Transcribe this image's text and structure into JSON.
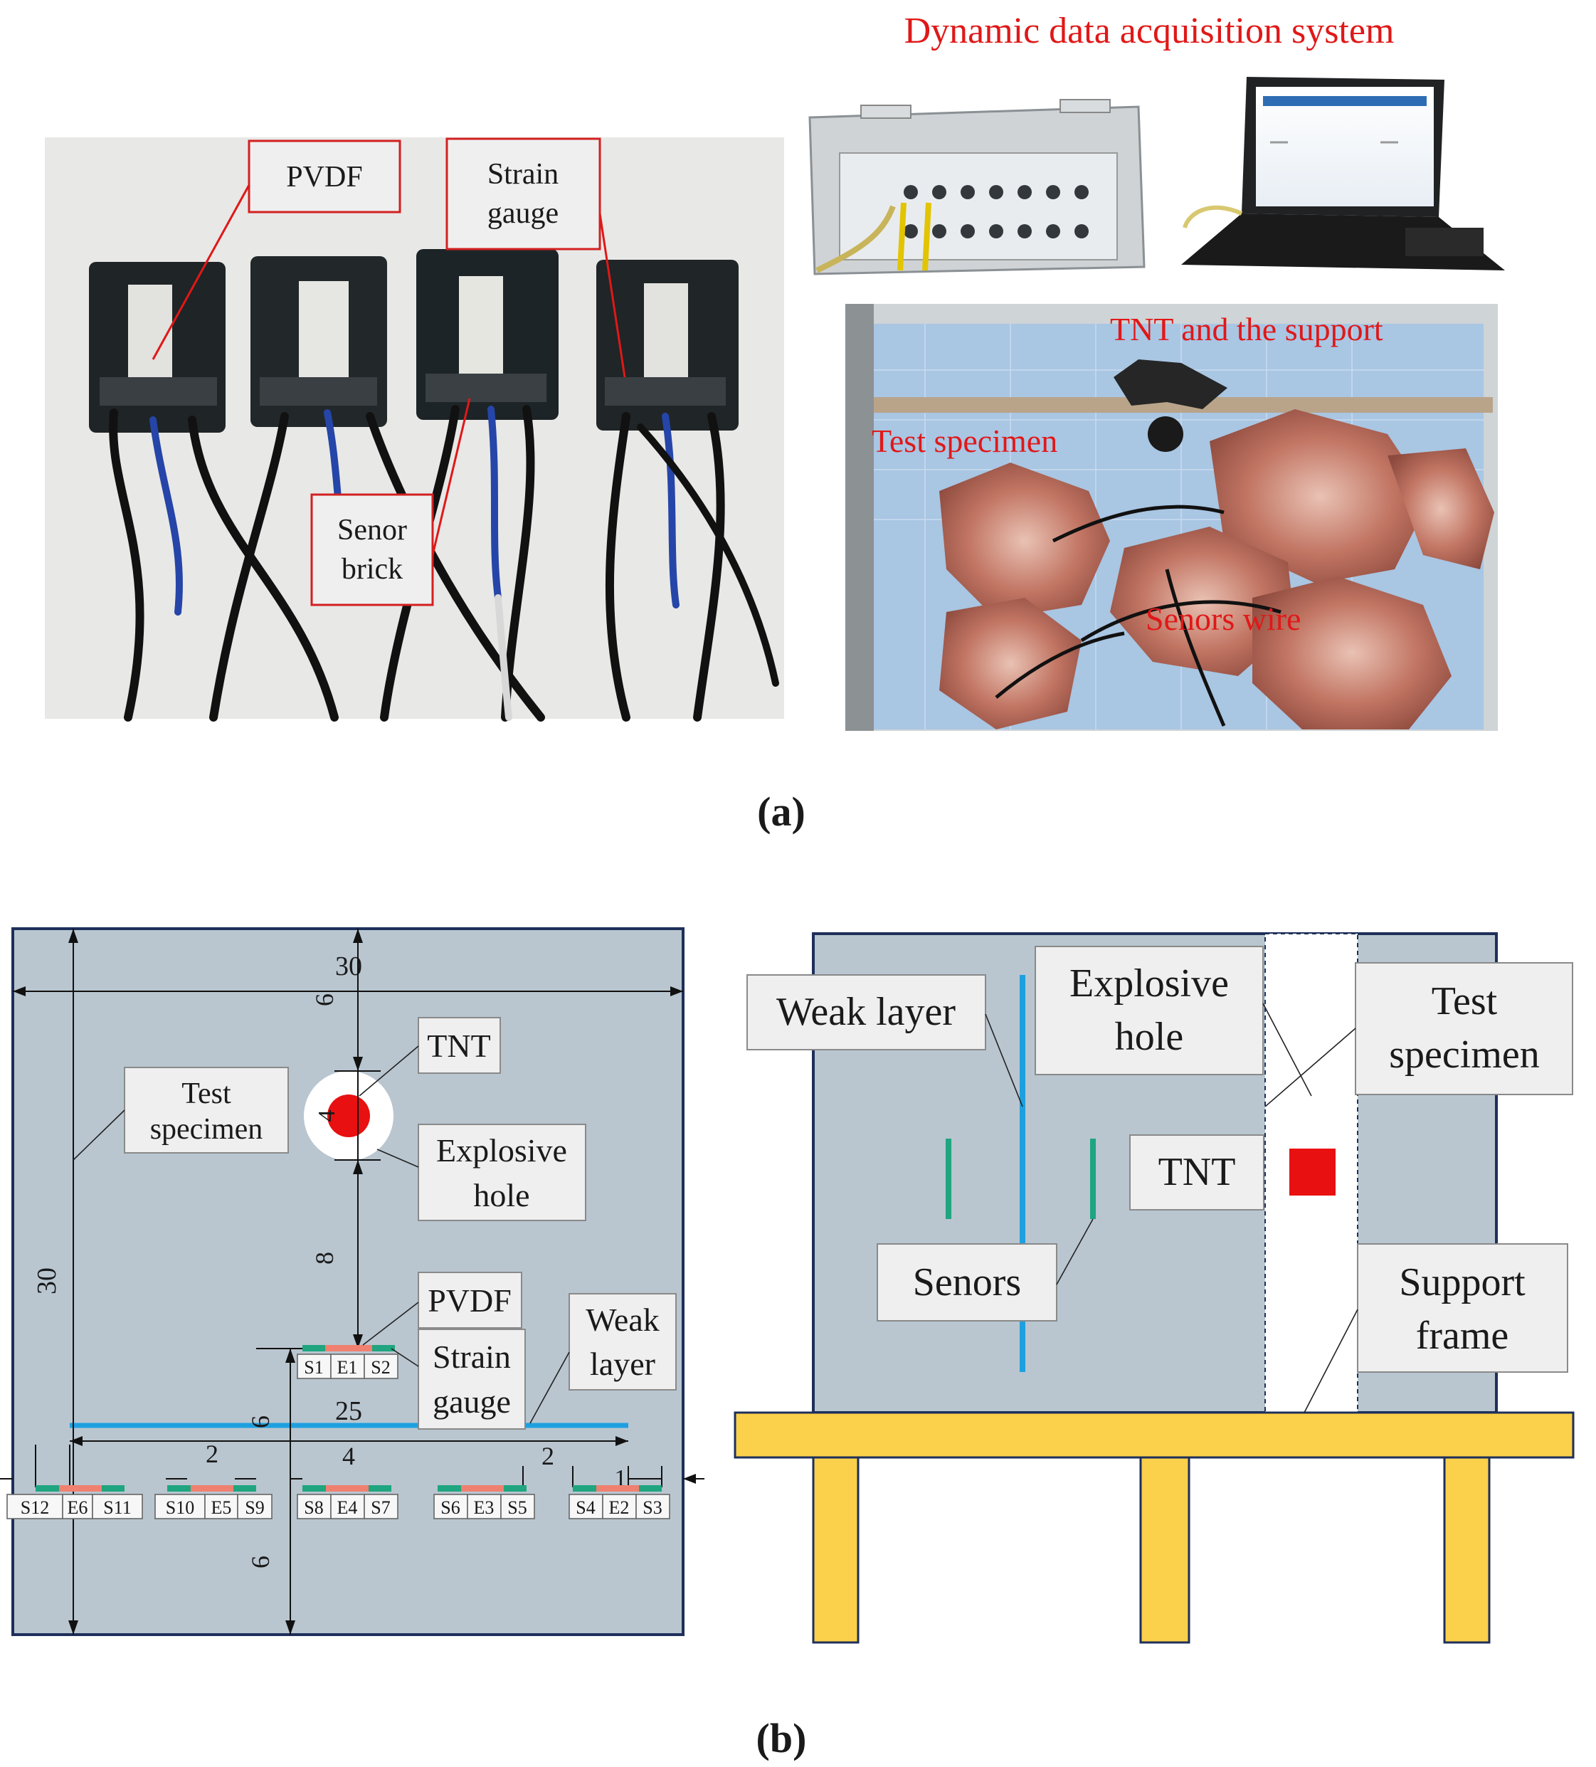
{
  "panel_a": {
    "caption": "(a)",
    "sensor_labels": {
      "pvdf": "PVDF",
      "strain_gauge": [
        "Strain",
        "gauge"
      ],
      "sensor_brick": [
        "Senor",
        "brick"
      ]
    },
    "daq_title": "Dynamic  data acquisition  system",
    "field_labels": {
      "tnt_support": "TNT and the support",
      "test_specimen": "Test specimen",
      "sensors_wire": "Senors wire"
    },
    "colors": {
      "label_red": "#e01818",
      "foil": "#c07060",
      "photo_bg": "#e6e6e6"
    }
  },
  "panel_b": {
    "caption": "(b)",
    "plan": {
      "dims": {
        "width_top": "30",
        "top_gap": "6",
        "hole_diam": "4",
        "hole_to_pvdf": "8",
        "height": "30",
        "pvdf_to_layer": "6",
        "layer_len": "25",
        "gap_1": "2",
        "gap_2": "4",
        "gap_3": "2",
        "edge": "1",
        "bottom": "6"
      },
      "labels": {
        "tnt": "TNT",
        "test_specimen": [
          "Test",
          "specimen"
        ],
        "explosive_hole": [
          "Explosive",
          "hole"
        ],
        "pvdf": "PVDF",
        "strain_gauge": [
          "Strain",
          "gauge"
        ],
        "weak_layer": [
          "Weak",
          "layer"
        ]
      },
      "top_group": [
        "S1",
        "E1",
        "S2"
      ],
      "bottom_groups": [
        [
          "S12",
          "E6",
          "S11"
        ],
        [
          "S10",
          "E5",
          "S9"
        ],
        [
          "S8",
          "E4",
          "S7"
        ],
        [
          "S6",
          "E3",
          "S5"
        ],
        [
          "S4",
          "E2",
          "S3"
        ]
      ]
    },
    "section": {
      "labels": {
        "weak_layer": "Weak layer",
        "explosive_hole": [
          "Explosive",
          "hole"
        ],
        "test_specimen": [
          "Test",
          "specimen"
        ],
        "tnt": "TNT",
        "sensors": "Senors",
        "support_frame": [
          "Support",
          "frame"
        ]
      }
    },
    "colors": {
      "specimen": "#b9c6d0",
      "tnt": "#e81010",
      "weak_layer": "#1ea0e0",
      "sensor_green": "#1fa57f",
      "sensor_pink": "#f08070",
      "frame": "#fbd04a"
    }
  }
}
